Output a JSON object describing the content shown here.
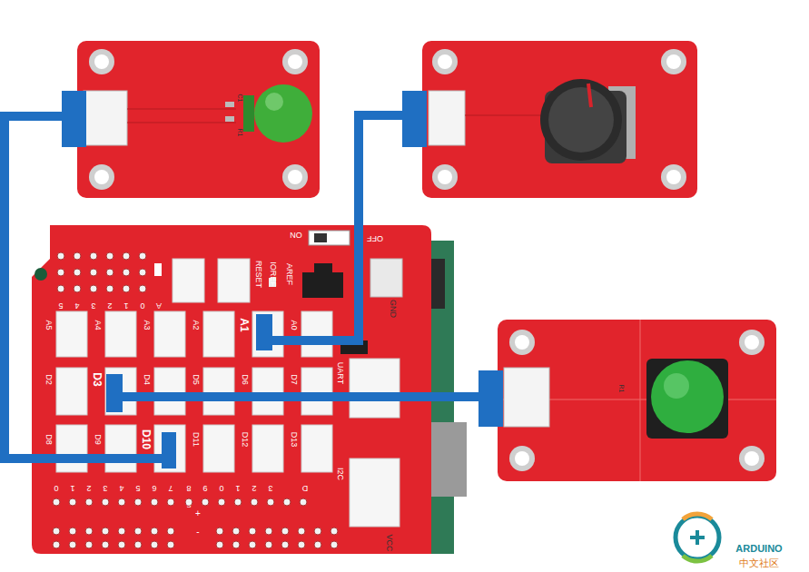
{
  "diagram": {
    "labels": [
      "ON",
      "OFF",
      "RESET",
      "IOREF",
      "AREF",
      "GND",
      "5",
      "4",
      "3",
      "2",
      "1",
      "0",
      "A",
      "A5",
      "A4",
      "A3",
      "A2",
      "A1",
      "A0",
      "D2",
      "D3",
      "D4",
      "D5",
      "D6",
      "D7",
      "D8",
      "D9",
      "D10",
      "D11",
      "D12",
      "D13",
      "UART",
      "I2C",
      "0",
      "1",
      "2",
      "3",
      "4",
      "5",
      "6",
      "7",
      "8",
      "9",
      "0",
      "1",
      "2",
      "3",
      "D",
      "VCC",
      "S",
      "-",
      "+",
      "R1",
      "C1",
      "R1",
      "ARDUINO",
      "中文社区"
    ]
  }
}
